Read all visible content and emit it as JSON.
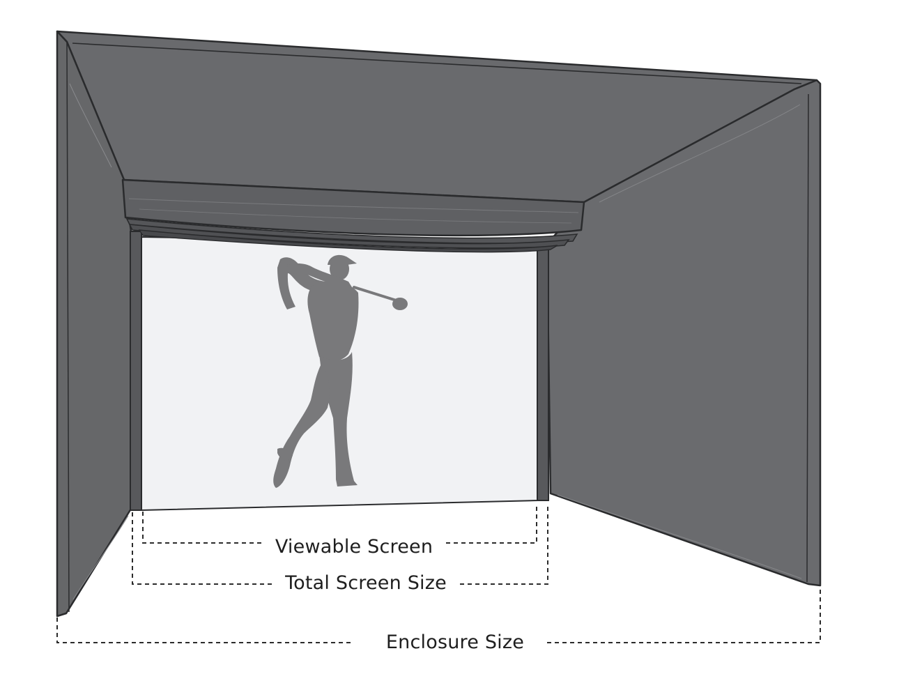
{
  "labels": {
    "viewable_screen": "Viewable Screen",
    "total_screen_size": "Total Screen Size",
    "enclosure_size": "Enclosure Size"
  },
  "colors": {
    "enclosure_wall": "#6a6b6e",
    "enclosure_outline": "#2a2b2d",
    "screen": "#f1f2f4",
    "golfer_silhouette": "#7a7a7c",
    "dimension_line": "#2b2b2b"
  },
  "icons": {
    "golfer": "golfer-silhouette-icon"
  }
}
